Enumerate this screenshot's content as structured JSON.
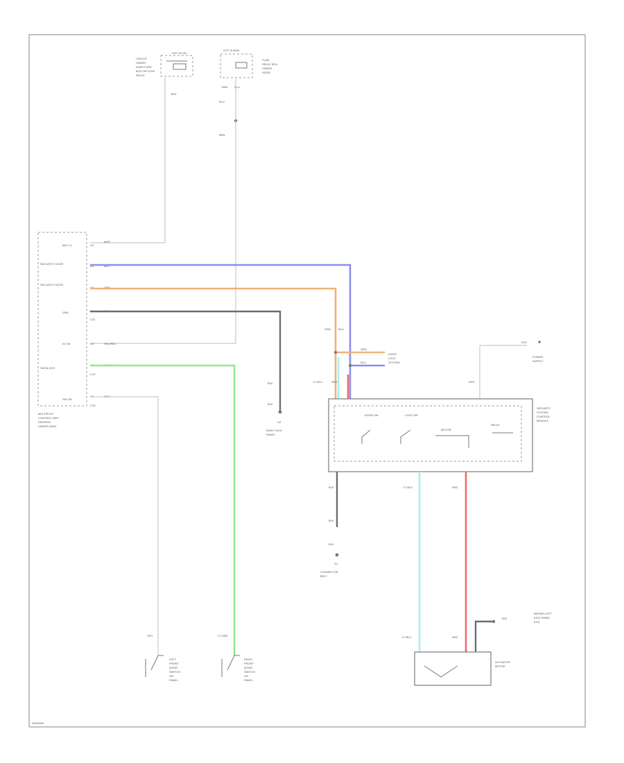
{
  "diagram_id": "W000000",
  "top_left_box": {
    "header": "HOT IN ON",
    "lines": [
      "CIRCUIT",
      "UNDER",
      "DASH FUSE",
      "BOX OR FUSE",
      "RELAY"
    ]
  },
  "top_center_box": {
    "header": "HOT IN RUN",
    "lines": [
      "FUSE",
      "RELAY BOX",
      "UNDER",
      "HOOD"
    ]
  },
  "top_left_wire": "WHT",
  "top_center_wire_upper": [
    "BRN",
    "BLU"
  ],
  "top_center_wire_lower": [
    "BLU",
    "BRN"
  ],
  "control_unit": {
    "pins": [
      {
        "name": "BAT (+)",
        "pin": "C5",
        "wire": "WHT",
        "sub": ""
      },
      {
        "name": "SECURITY DOOR",
        "pin": "A5",
        "wire": "BLU",
        "sub": ""
      },
      {
        "name": "SECURITY DOOR",
        "pin": "A6",
        "wire": "ORN",
        "sub": ""
      },
      {
        "name": "GND",
        "pin": "B1",
        "wire": "BLK",
        "sub": "C22"
      },
      {
        "name": "IG ON",
        "pin": "C9",
        "wire": "YEL/RED",
        "sub": ""
      },
      {
        "name": "SW BLOCK",
        "pin": "C7",
        "wire": "LT GRN",
        "sub": "C19"
      },
      {
        "name": "SW ON",
        "pin": "A7",
        "wire": "GRY",
        "sub": "C16"
      }
    ],
    "caption": [
      "MULTIPLEX",
      "CONTROL UNIT",
      "DRIVERS",
      "UNDER DASH"
    ]
  },
  "ground_left": {
    "wires": [
      "BLK",
      "BLK"
    ],
    "id": "G2",
    "caption": [
      "RIGHT KICK",
      "PANEL"
    ]
  },
  "right_connector_wires": [
    "ORN",
    "BLU"
  ],
  "right_connector_caption": [
    "DOOR",
    "LOCK",
    "SYSTEM"
  ],
  "unit_top_wires": [
    "LT BLU",
    "RED"
  ],
  "unit_top_right_wire": "WHT",
  "hot_label": "HOT",
  "hot_caption": [
    "POWER",
    "SUPPLY"
  ],
  "control_module": {
    "cells": [
      "DOOR SW",
      "LOCK SW",
      "MOTOR",
      "RELAY"
    ],
    "caption": [
      "SECURITY",
      "SYSTEM",
      "CONTROL",
      "MODULE"
    ]
  },
  "module_bottom_wires": [
    "BLK",
    "LT BLU",
    "RED"
  ],
  "module_ground": {
    "wires": [
      "BLK",
      "BLK"
    ],
    "id": "G1",
    "caption": [
      "CONNECTOR",
      "BELT"
    ]
  },
  "sw_left": {
    "wire": "GRY",
    "caption": [
      "LEFT",
      "FRONT",
      "DOOR",
      "SWITCH",
      "ON",
      "PANEL"
    ]
  },
  "sw_right": {
    "wire": "LT GRN",
    "caption": [
      "RIGHT",
      "FRONT",
      "DOOR",
      "SWITCH",
      "ON",
      "PANEL"
    ]
  },
  "actuator": {
    "wires": [
      "LT BLU",
      "RED"
    ],
    "ground_wire": "BLK",
    "ground_caption": [
      "BEHIND LEFT",
      "KICK PANEL",
      "(G4)"
    ],
    "caption": [
      "ACTUATOR",
      "MOTOR"
    ]
  },
  "colors": {
    "blue": "#8a8ef0",
    "orange": "#f2b177",
    "green": "#8ee88e",
    "cyan": "#a8eef0",
    "red": "#f06a6a",
    "dark": "#6d6d6d",
    "gray": "#bdbdbd"
  }
}
